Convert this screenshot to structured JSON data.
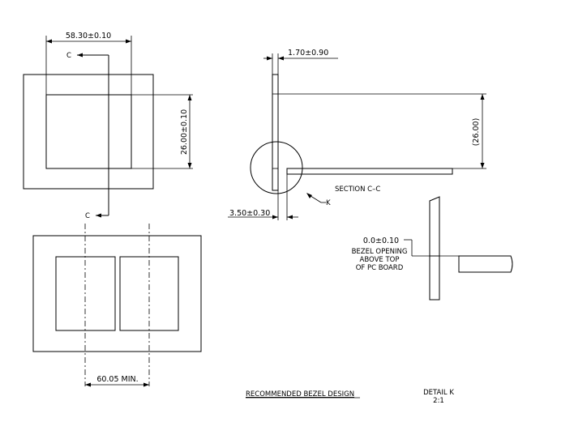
{
  "drawing": {
    "dimensions": {
      "width_top": "58.30±0.10",
      "height_top": "26.00±0.10",
      "opening_bottom": "60.05 MIN.",
      "thickness_top": "1.70±0.90",
      "offset_bottom": "3.50±0.30",
      "height_ref": "(26.00)",
      "bezel_offset": "0.0±0.10"
    },
    "labels": {
      "section_marker_top": "C",
      "section_marker_bottom": "C",
      "section_title": "SECTION C–C",
      "detail_marker": "K",
      "bezel_note": [
        "BEZEL OPENING",
        "ABOVE TOP",
        "OF PC BOARD"
      ],
      "main_title": "RECOMMENDED BEZEL DESIGN",
      "detail_title": "DETAIL K",
      "detail_scale": "2:1"
    }
  }
}
